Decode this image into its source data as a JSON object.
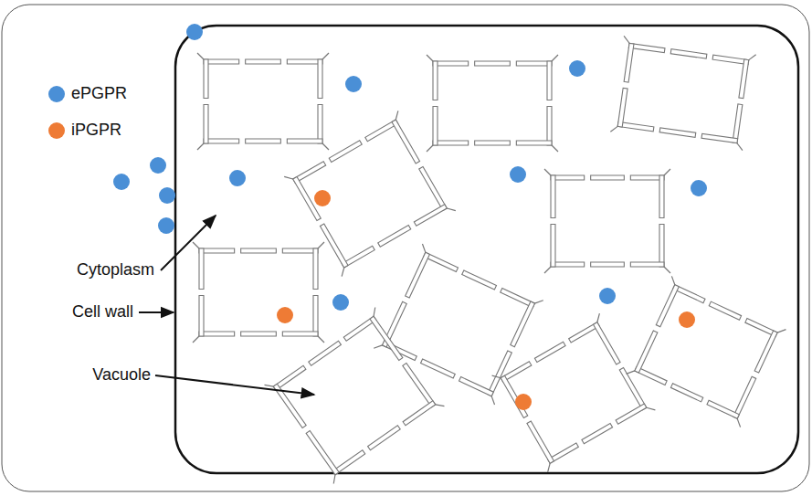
{
  "diagram": {
    "labels": [
      "Cytoplasm",
      "Cell wall",
      "Vacuole"
    ],
    "legend": [
      {
        "text": "ePGPR",
        "color": "#4a8fd6"
      },
      {
        "text": "iPGPR",
        "color": "#ee7b35"
      }
    ]
  }
}
